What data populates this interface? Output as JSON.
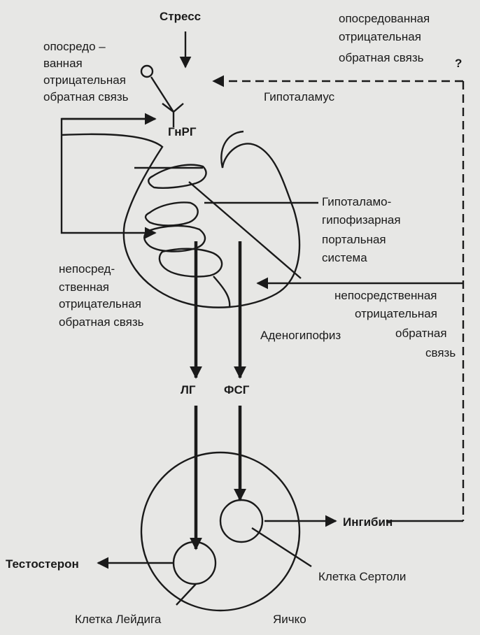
{
  "title": "Стресс",
  "question_mark": "?",
  "labels": {
    "mediated_left": [
      "опосредо –",
      "ванная",
      "отрицательная",
      "обратная связь"
    ],
    "mediated_right": [
      "опосредованная",
      "отрицательная",
      "обратная связь"
    ],
    "hypothalamus": "Гипоталамус",
    "gnrh": "ГнРГ",
    "portal_system": [
      "Гипоталамо-",
      "гипофизарная",
      "портальная",
      "система"
    ],
    "direct_left": [
      "непосред-",
      "ственная",
      "отрицательная",
      "обратная связь"
    ],
    "direct_right": [
      "непосредственная",
      "отрицательная",
      "обратная",
      "связь"
    ],
    "adenohypophysis": "Аденогипофиз",
    "lh": "ЛГ",
    "fsh": "ФСГ",
    "inhibin": "Ингибин",
    "testosterone": "Тестостерон",
    "sertoli_cell": "Клетка Сертоли",
    "leydig_cell": "Клетка Лейдига",
    "testis": "Яичко"
  }
}
